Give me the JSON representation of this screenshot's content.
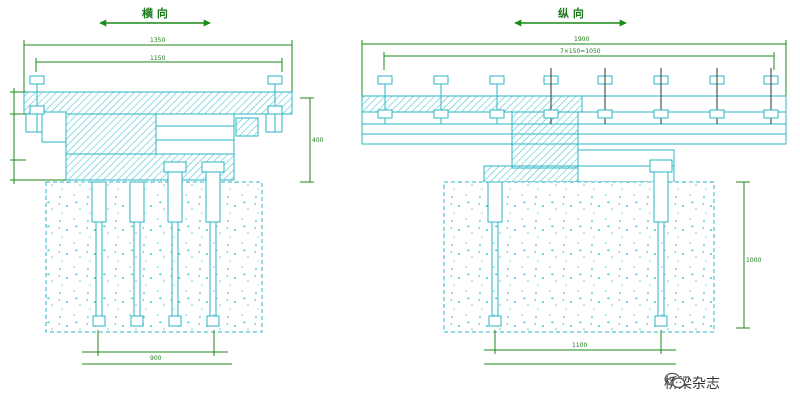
{
  "diagram": {
    "left_title": "横 向",
    "right_title": "纵 向",
    "left_dims": {
      "top_overall": "1350",
      "top_inner": "1150",
      "bottom_anchor": "900",
      "side_height": "400"
    },
    "right_dims": {
      "top_overall": "1900",
      "top_inner": "7×150=1050",
      "bottom_anchor": "1100",
      "side_height": "1000"
    }
  },
  "colors": {
    "line": "#2bb6c6",
    "hatch": "#4cc4d2",
    "dimension": "#1a8a1a",
    "text": "#1a7a1a",
    "watermark_text": "#333333"
  },
  "watermark": {
    "text": "桥梁杂志",
    "icon": "wechat-icon"
  }
}
